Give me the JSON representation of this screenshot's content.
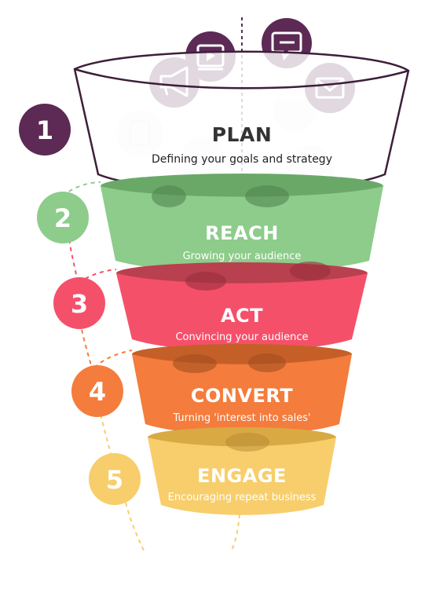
{
  "stages": [
    {
      "number": "1",
      "title": "PLAN",
      "subtitle": "Defining your goals and strategy",
      "color": "#5c2a55"
    },
    {
      "number": "2",
      "title": "REACH",
      "subtitle": "Growing your audience",
      "color": "#8dcc8a"
    },
    {
      "number": "3",
      "title": "ACT",
      "subtitle": "Convincing your audience",
      "color": "#f5506a"
    },
    {
      "number": "4",
      "title": "CONVERT",
      "subtitle": "Turning 'interest into sales'",
      "color": "#f47c3c"
    },
    {
      "number": "5",
      "title": "ENGAGE",
      "subtitle": "Encouraging repeat business",
      "color": "#f7ce6b"
    }
  ],
  "icons": [
    "megaphone-icon",
    "video-icon",
    "chat-icon",
    "email-icon",
    "document-icon",
    "folder-icon",
    "badge-icon"
  ],
  "colors": {
    "plan_circle": "#5c2a55",
    "icon_circle": "#5c2a55",
    "funnel_outline": "#3d1f3a"
  }
}
